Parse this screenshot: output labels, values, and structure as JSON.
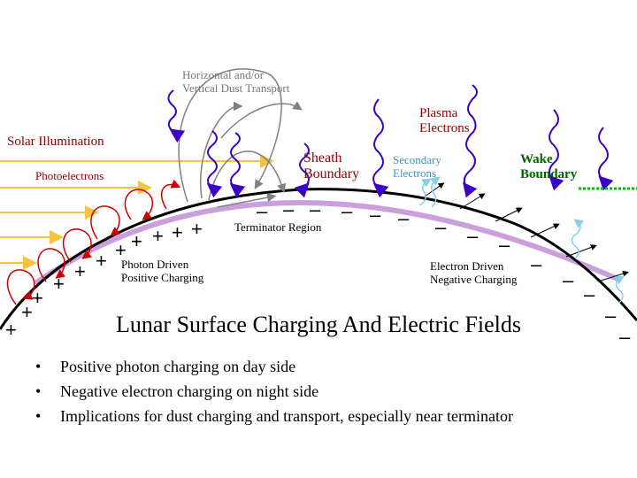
{
  "labels": {
    "dust_transport": "Horizontal and/or\nVertical Dust Transport",
    "solar_illumination": "Solar Illumination",
    "photoelectrons": "Photoelectrons",
    "sheath_boundary": "Sheath\nBoundary",
    "plasma_electrons": "Plasma\nElectrons",
    "secondary_electrons": "Secondary\nElectrons",
    "wake_boundary": "Wake\nBoundary",
    "terminator_region": "Terminator Region",
    "photon_charging": "Photon Driven\nPositive Charging",
    "electron_charging": "Electron Driven\nNegative Charging"
  },
  "signs": {
    "positive": "+",
    "negative": "–"
  },
  "title": "Lunar Surface Charging And Electric Fields",
  "bullets": [
    "Positive photon charging on day side",
    "Negative electron charging on night side",
    "Implications for dust charging and transport, especially near terminator"
  ],
  "bullet_marker": "•",
  "colors": {
    "surface": "#000000",
    "sheath_band": "#c9a0dc",
    "solar_rays": "#f5c242",
    "photoelectron_loops": "#cc0000",
    "plasma_electrons": "#3a00c8",
    "secondary_electrons": "#87ceeb",
    "wake_boundary": "#00c000",
    "dust_paths": "#808080"
  }
}
